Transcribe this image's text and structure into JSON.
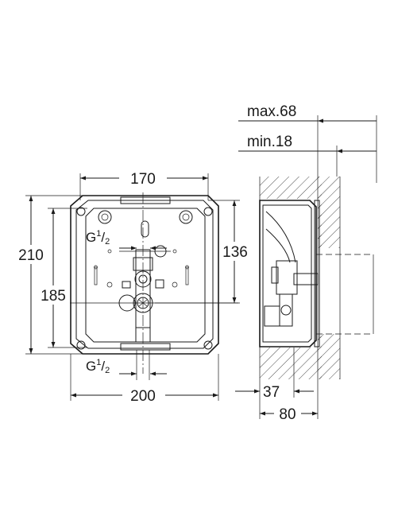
{
  "front_view": {
    "dim_top_width": "170",
    "dim_overall_width": "200",
    "dim_overall_height": "210",
    "dim_inner_height": "185",
    "dim_connection_height": "136",
    "thread_top": {
      "base": "G",
      "num": "1",
      "den": "2"
    },
    "thread_bottom": {
      "base": "G",
      "num": "1",
      "den": "2"
    }
  },
  "side_view": {
    "dim_max_depth": "max.68",
    "dim_min_depth": "min.18",
    "dim_wall_offset": "37",
    "dim_total_depth": "80"
  }
}
